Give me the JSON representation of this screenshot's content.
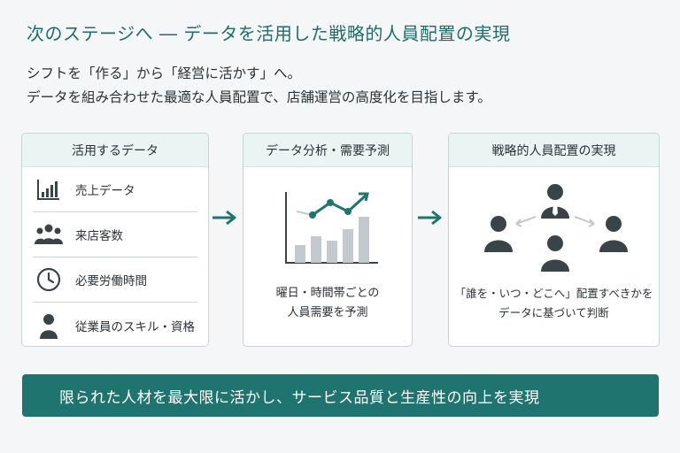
{
  "title": "次のステージへ ― データを活用した戦略的人員配置の実現",
  "intro": {
    "line1": "シフトを「作る」から「経営に活かす」へ。",
    "line2": "データを組み合わせた最適な人員配置で、店舗運営の高度化を目指します。"
  },
  "data_card": {
    "heading": "活用するデータ",
    "items": [
      {
        "label": "売上データ",
        "icon": "bar-chart-icon"
      },
      {
        "label": "来店客数",
        "icon": "people-group-icon"
      },
      {
        "label": "必要労働時間",
        "icon": "clock-icon"
      },
      {
        "label": "従業員のスキル・資格",
        "icon": "person-icon"
      }
    ]
  },
  "analysis_card": {
    "heading": "データ分析・需要予測",
    "icon": "trend-chart-icon",
    "caption_line1": "曜日・時間帯ごとの",
    "caption_line2": "人員需要を予測"
  },
  "placement_card": {
    "heading": "戦略的人員配置の実現",
    "icon": "staff-network-icon",
    "caption_line1": "「誰を・いつ・どこへ」配置すべきかを",
    "caption_line2": "データに基づいて判断"
  },
  "banner": {
    "text": "限られた人材を最大限に活かし、サービス品質と生産性の向上を実現"
  },
  "colors": {
    "accent": "#1f7470",
    "title": "#1f6e6a",
    "icon_dark": "#3a4347",
    "card_head_bg": "#e9f4f3"
  }
}
